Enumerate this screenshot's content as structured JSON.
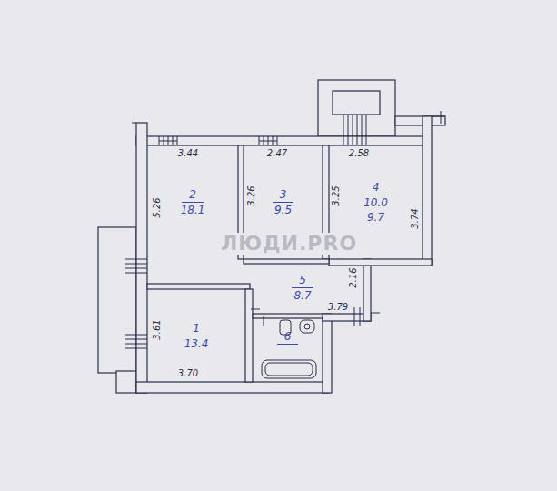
{
  "diagram": {
    "nodes": [
      {
        "text": [
          "2",
          "18.1"
        ]
      },
      {
        "text": [
          "3",
          "9.5"
        ]
      },
      {
        "text": [
          "4",
          "10.0",
          "9.7"
        ]
      },
      {
        "text": [
          "5",
          "8.7"
        ]
      },
      {
        "text": [
          "1",
          "13.4"
        ]
      },
      {
        "text": [
          "6"
        ]
      }
    ],
    "labels": [
      "3.44",
      "2.47",
      "2.58",
      "5.26",
      "3.26",
      "3.25",
      "3.74",
      "2.16",
      "3.79",
      "3.61",
      "3.70",
      "ЛЮДИ.PRO"
    ]
  }
}
